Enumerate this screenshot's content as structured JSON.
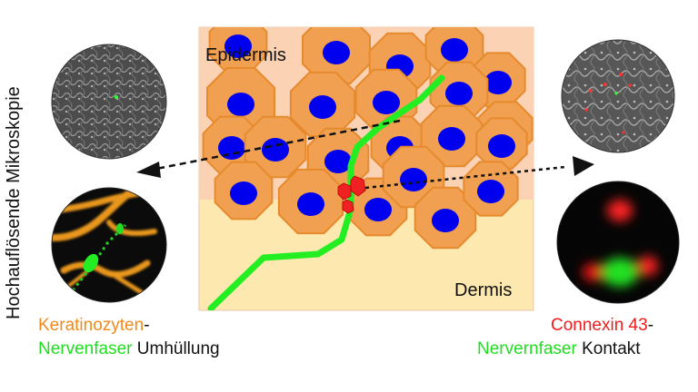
{
  "side_label": "Hochauflösende Mikroskopie",
  "scene": {
    "epidermis_label": "Epidermis",
    "dermis_label": "Dermis"
  },
  "caption_left": {
    "word1": "Keratinozyten",
    "dash": "-",
    "word2": "Nervenfaser",
    "word3": " Umhüllung"
  },
  "caption_right": {
    "word1": "Connexin 43",
    "dash": "-",
    "word2": "Nervernfaser",
    "word3": " Kontakt"
  },
  "colors": {
    "keratinocyte": "#f0a050",
    "cell_border": "#e68a2e",
    "nucleus": "#0000ee",
    "nerve_fiber": "#22ee22",
    "connexin": "#ee2222",
    "dermis": "#fde9b0",
    "epidermis_bg": "#fbd2b4",
    "caption_orange": "#f08a1c",
    "caption_green": "#22dd22",
    "caption_red": "#ee1c1c"
  }
}
